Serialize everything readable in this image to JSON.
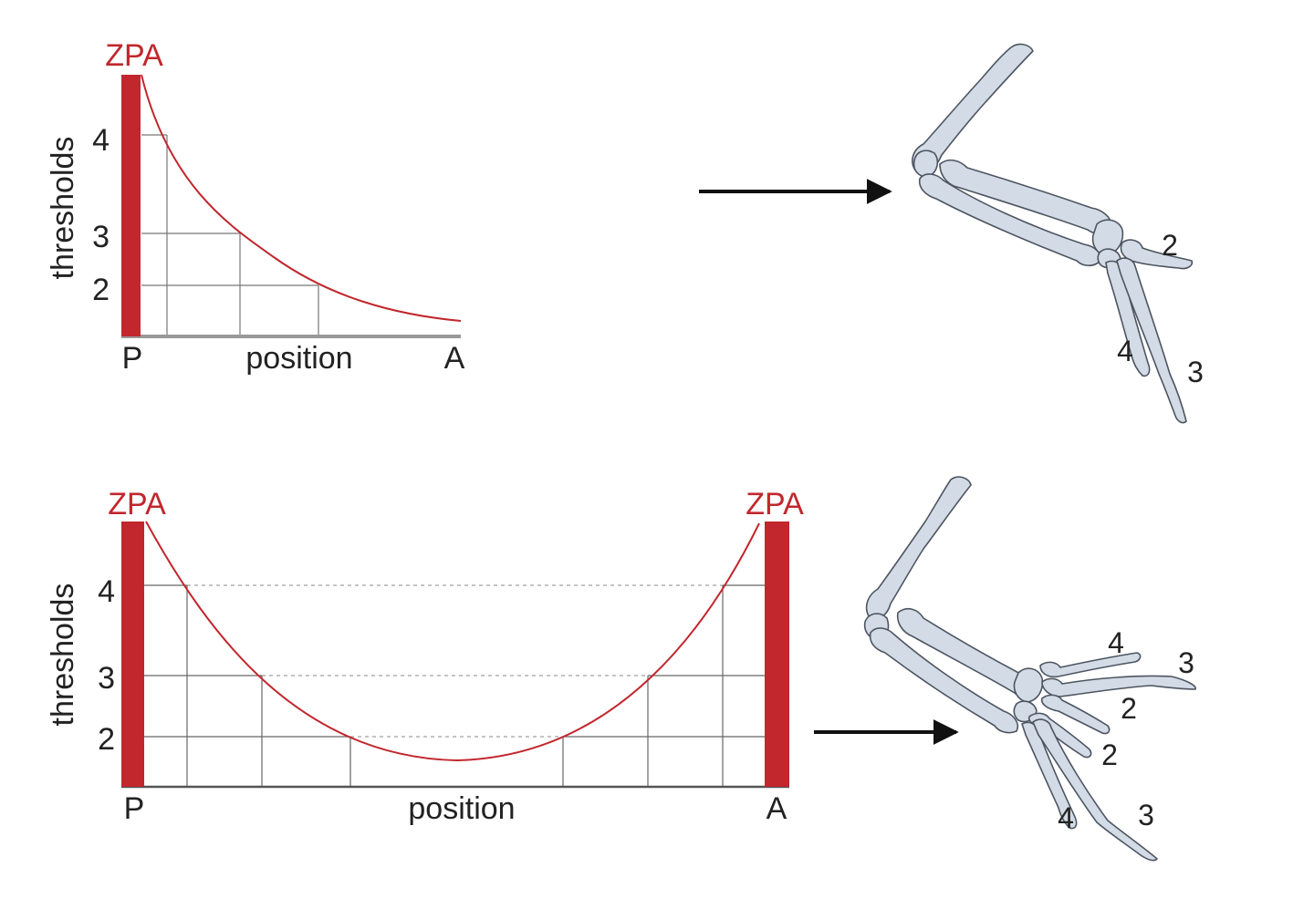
{
  "colors": {
    "zpa": "#c1272d",
    "curve": "#c1272d",
    "grid": "#777777",
    "axis": "#999999",
    "text": "#222222",
    "bone_fill": "#d3dbe6",
    "bone_stroke": "#4d5561",
    "arrow": "#111111"
  },
  "panels": [
    {
      "zpa_labels": [
        "ZPA"
      ],
      "y_axis_label": "thresholds",
      "y_ticks": [
        "4",
        "3",
        "2"
      ],
      "x_axis_label": "position",
      "x_start_label": "P",
      "x_end_label": "A",
      "curve": "exponential decay from posterior ZPA",
      "digit_labels": [
        "2",
        "4",
        "3"
      ]
    },
    {
      "zpa_labels": [
        "ZPA",
        "ZPA"
      ],
      "y_axis_label": "thresholds",
      "y_ticks": [
        "4",
        "3",
        "2"
      ],
      "x_axis_label": "position",
      "x_start_label": "P",
      "x_end_label": "A",
      "curve": "U-shaped, mirror gradient from two ZPAs",
      "digit_labels": [
        "4",
        "3",
        "2",
        "2",
        "4",
        "3"
      ]
    }
  ]
}
